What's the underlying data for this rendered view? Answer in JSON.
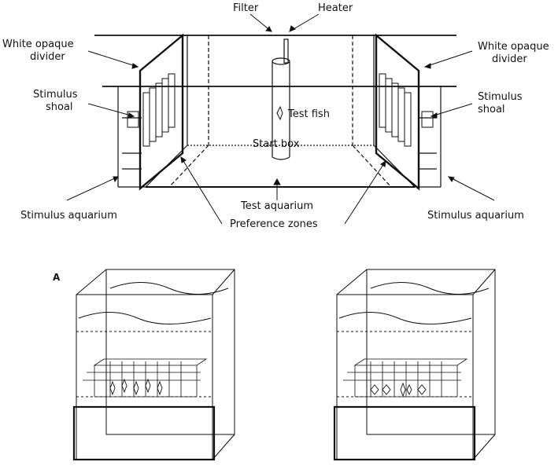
{
  "labels": {
    "filter": "Filter",
    "heater": "Heater",
    "left_divider_1": "White opaque",
    "left_divider_2": "divider",
    "right_divider_1": "White opaque",
    "right_divider_2": "divider",
    "left_shoal_1": "Stimulus",
    "left_shoal_2": "shoal",
    "right_shoal_1": "Stimulus",
    "right_shoal_2": "shoal",
    "test_fish": "Test fish",
    "start_box": "Start  box",
    "test_aquarium": "Test aquarium",
    "preference_zones": "Preference zones",
    "left_stim_aquarium": "Stimulus aquarium",
    "right_stim_aquarium": "Stimulus aquarium"
  },
  "panel": {
    "a": "A"
  }
}
